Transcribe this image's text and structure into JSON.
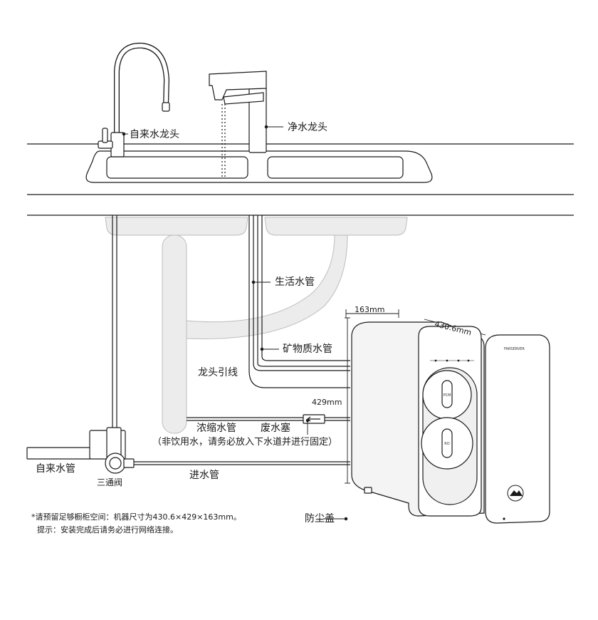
{
  "labels": {
    "tap_water_faucet": "自来水龙头",
    "purified_faucet": "净水龙头",
    "domestic_pipe": "生活水管",
    "mineral_pipe": "矿物质水管",
    "faucet_lead": "龙头引线",
    "concentrate_pipe": "浓缩水管",
    "waste_plug": "废水塞",
    "non_drinking_note": "（非饮用水，请务必放入下水道并进行固定）",
    "tap_water_pipe": "自来水管",
    "tee_valve": "三通阀",
    "inlet_pipe": "进水管",
    "dust_cover": "防尘盖"
  },
  "dimensions": {
    "depth": "163mm",
    "width": "430.6mm",
    "height": "429mm"
  },
  "notes": {
    "line1": "*请预留足够橱柜空间：机器尺寸为430.6×429×163mm。",
    "line2": "提示：安装完成后请务必进行网络连接。"
  },
  "device": {
    "dial_top_label": "PCM",
    "dial_bottom_label": "RO",
    "cover_brand": "FARSERVER"
  },
  "colors": {
    "line": "#1a1a1a",
    "fill": "#f0f0f0"
  }
}
